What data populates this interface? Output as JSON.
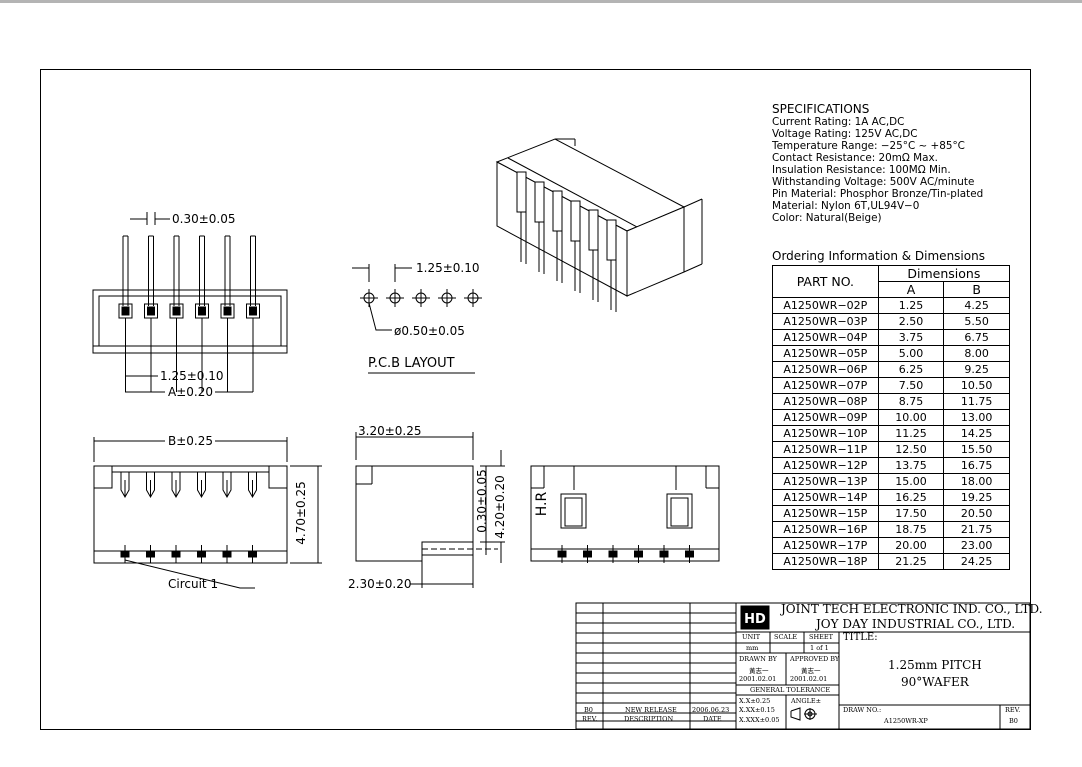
{
  "specifications": {
    "title": "SPECIFICATIONS",
    "lines": [
      "Current Rating: 1A AC,DC",
      "Voltage Rating: 125V AC,DC",
      "Temperature Range: −25°C ~ +85°C",
      "Contact Resistance: 20mΩ Max.",
      "Insulation Resistance: 100MΩ Min.",
      "Withstanding Voltage: 500V AC/minute",
      "Pin Material: Phosphor Bronze/Tin-plated",
      "Material: Nylon 6T,UL94V−0",
      "Color: Natural(Beige)"
    ]
  },
  "ordering": {
    "heading": "Ordering Information & Dimensions",
    "col_part": "PART NO.",
    "col_dims": "Dimensions",
    "col_a": "A",
    "col_b": "B",
    "rows": [
      [
        "A1250WR−02P",
        "1.25",
        "4.25"
      ],
      [
        "A1250WR−03P",
        "2.50",
        "5.50"
      ],
      [
        "A1250WR−04P",
        "3.75",
        "6.75"
      ],
      [
        "A1250WR−05P",
        "5.00",
        "8.00"
      ],
      [
        "A1250WR−06P",
        "6.25",
        "9.25"
      ],
      [
        "A1250WR−07P",
        "7.50",
        "10.50"
      ],
      [
        "A1250WR−08P",
        "8.75",
        "11.75"
      ],
      [
        "A1250WR−09P",
        "10.00",
        "13.00"
      ],
      [
        "A1250WR−10P",
        "11.25",
        "14.25"
      ],
      [
        "A1250WR−11P",
        "12.50",
        "15.50"
      ],
      [
        "A1250WR−12P",
        "13.75",
        "16.75"
      ],
      [
        "A1250WR−13P",
        "15.00",
        "18.00"
      ],
      [
        "A1250WR−14P",
        "16.25",
        "19.25"
      ],
      [
        "A1250WR−15P",
        "17.50",
        "20.50"
      ],
      [
        "A1250WR−16P",
        "18.75",
        "21.75"
      ],
      [
        "A1250WR−17P",
        "20.00",
        "23.00"
      ],
      [
        "A1250WR−18P",
        "21.25",
        "24.25"
      ]
    ]
  },
  "dimensions": {
    "pin_width": "0.30±0.05",
    "pitch_front": "1.25±0.10",
    "dim_a": "A±0.20",
    "pcb_pitch": "1.25±0.10",
    "hole_dia": "ø0.50±0.05",
    "pcb_layout": "P.C.B LAYOUT",
    "dim_b": "B±0.25",
    "height_470": "4.70±0.25",
    "circuit": "Circuit 1",
    "side_width": "3.20±0.25",
    "side_030": "0.30±0.05",
    "side_420": "4.20±0.20",
    "side_230": "2.30±0.20",
    "hr_mark": "H.R"
  },
  "titleblock": {
    "company1": "JOINT TECH ELECTRONIC IND. CO., LTD.",
    "company2": "JOY DAY INDUSTRIAL CO., LTD.",
    "unit_label": "UNIT",
    "unit_value": "mm",
    "scale_label": "SCALE",
    "sheet_label": "SHEET",
    "sheet_value": "1 of 1",
    "title_label": "TITLE:",
    "title1": "1.25mm PITCH",
    "title2": "90°WAFER",
    "drawn_label": "DRAWN BY",
    "drawn_name": "黃志一",
    "drawn_date": "2001.02.01",
    "approved_label": "APPROVED BY",
    "approved_name": "黃志一",
    "approved_date": "2001.02.01",
    "tolerance_label": "GENERAL TOLERANCE",
    "tol1": "X.X±0.25",
    "tol2": "X.XX±0.15",
    "tol3": "X.XXX±0.05",
    "angle_label": "ANGLE±",
    "draw_no_label": "DRAW NO.:",
    "draw_no": "A1250WR-XP",
    "rev_label": "REV.",
    "rev_value": "B0",
    "hist_rev": "B0",
    "hist_desc": "NEW RELEASE",
    "hist_date": "2006.06.23",
    "hdr_rev": "REV.",
    "hdr_desc": "DESCRIPTION",
    "hdr_date": "DATE"
  }
}
